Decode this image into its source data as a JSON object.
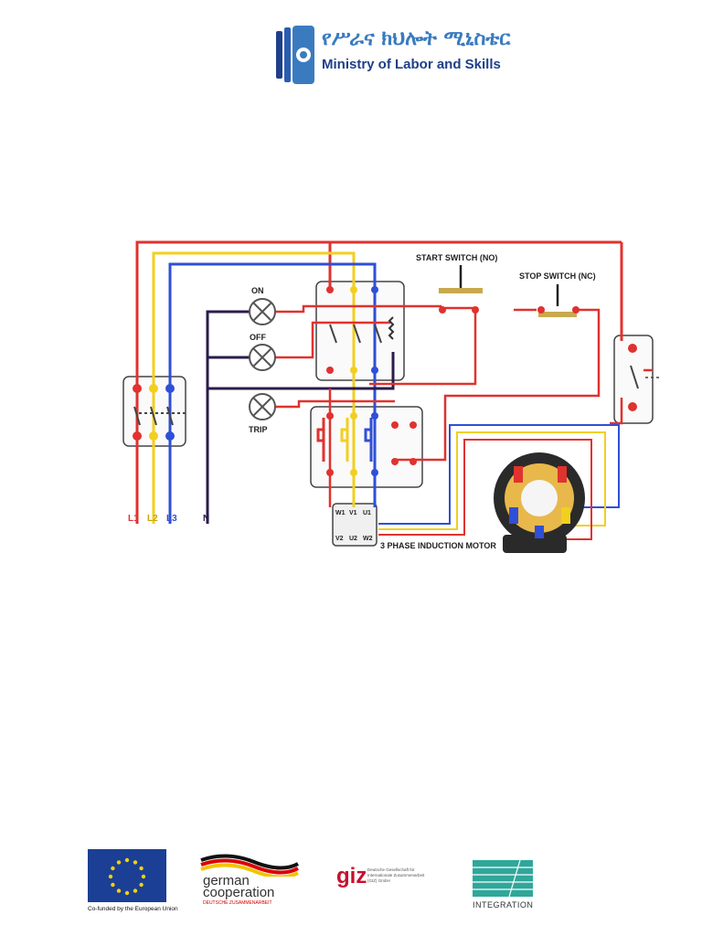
{
  "header": {
    "title_amharic": "የሥራና ክህሎት ሚኒስቴር",
    "title_english": "Ministry of Labor and Skills"
  },
  "diagram": {
    "lamps": [
      "ON",
      "OFF",
      "TRIP"
    ],
    "switch_labels": {
      "start": "START SWITCH (NO)",
      "stop": "STOP SWITCH (NC)"
    },
    "lines": [
      "L1",
      "L2",
      "L3",
      "N"
    ],
    "motor_label": "3 PHASE INDUCTION MOTOR",
    "terminals_top": [
      "W1",
      "V1",
      "U1"
    ],
    "terminals_bottom": [
      "V2",
      "U2",
      "W2"
    ],
    "colors": {
      "L1": "#e0322f",
      "L2": "#f2cf1f",
      "L3": "#2f4fd6",
      "N": "#2b1b4a",
      "control": "#e0322f"
    }
  },
  "footer": {
    "eu_caption": "Co-funded by the European Union",
    "german_cooperation": "german cooperation",
    "german_cooperation_sub": "DEUTSCHE ZUSAMMENARBEIT",
    "giz": "giz",
    "giz_text": "Deutsche Gesellschaft für Internationale Zusammenarbeit (GIZ) GmbH",
    "integration": "INTEGRATION"
  }
}
